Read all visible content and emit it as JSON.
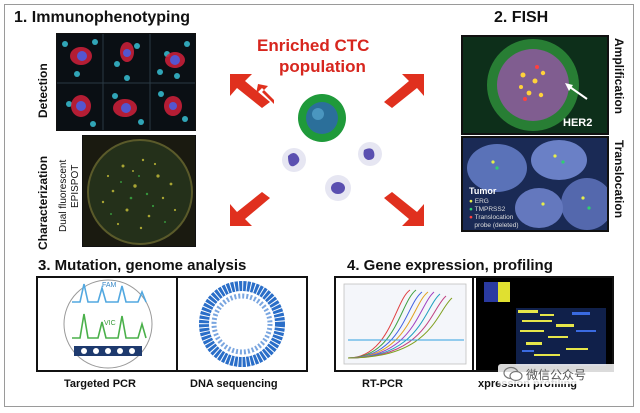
{
  "panels": {
    "immuno": {
      "title": "1. Immunophenotyping",
      "detection_label": "Detection",
      "characterization_label": "Characterization",
      "episPOT_line1": "Dual fluorescent",
      "episPOT_line2": "EPISPOT"
    },
    "fish": {
      "title": "2. FISH",
      "amplification_label": "Amplification",
      "translocation_label": "Translocation",
      "her2_label": "HER2",
      "legend_title": "Tumor",
      "legend_items": [
        "ERG",
        "TMPRSS2",
        "Translocation",
        "probe (deleted)"
      ]
    },
    "center": {
      "title_line1": "Enriched CTC",
      "title_line2": "population"
    },
    "mutation": {
      "title": "3. Mutation, genome analysis",
      "caption_left": "Targeted PCR",
      "caption_right": "DNA sequencing",
      "fam_label": "FAM",
      "vic_label": "VIC"
    },
    "expression": {
      "title": "4. Gene expression, profiling",
      "caption_left": "RT-PCR",
      "caption_right": "xpression profiling"
    }
  },
  "watermark": {
    "text": "微信公众号",
    "icon": "wechat-icon"
  },
  "colors": {
    "arrow": "#e0301e",
    "center_title": "#d7261e",
    "fish_bg": "#0d2f1a"
  }
}
